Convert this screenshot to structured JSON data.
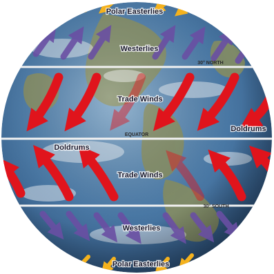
{
  "labels": {
    "polar_easterlies_top": "Polar Easterlies",
    "westerlies_top": "Westerlies",
    "north_30": "30° NORTH",
    "trade_winds_top": "Trade Winds",
    "equator": "EQUATOR",
    "doldrums_right": "Doldrums",
    "doldrums_left": "Doldrums",
    "trade_winds_bottom": "Trade Winds",
    "south_30": "30° SOUTH",
    "westerlies_bottom": "Westerlies",
    "polar_easterlies_bottom": "Polar Easterlies"
  },
  "colors": {
    "polar_easterlies_arrows": "#f5b21d",
    "westerlies_arrows": "#6a4fa3",
    "trade_winds_arrows": "#e0141c",
    "latitude_lines": "#f2f2f2",
    "ocean": "#3f6d9a",
    "land": "#7d8a5a"
  }
}
